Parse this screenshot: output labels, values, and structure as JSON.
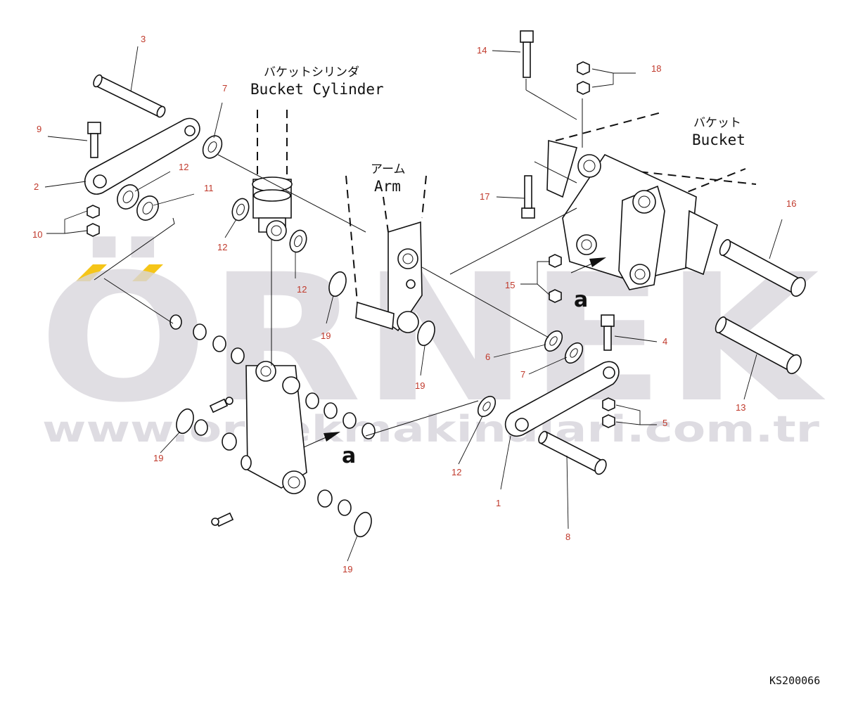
{
  "watermark": {
    "brand": "ÖRNEK",
    "url": "www.ornekmakinalari.com.tr",
    "accent_color": "#f5c518",
    "text_color": "#d9d7dd"
  },
  "labels": {
    "bucket_cylinder_jp": "バケットシリンダ",
    "bucket_cylinder_en": "Bucket Cylinder",
    "arm_jp": "アーム",
    "arm_en": "Arm",
    "bucket_jp": "バケット",
    "bucket_en": "Bucket"
  },
  "markers": [
    "a",
    "a"
  ],
  "drawing_code": "KS200066",
  "callouts": [
    "3",
    "9",
    "2",
    "12",
    "11",
    "10",
    "7",
    "12",
    "12",
    "19",
    "14",
    "18",
    "17",
    "15",
    "16",
    "6",
    "7",
    "19",
    "4",
    "5",
    "13",
    "19",
    "12",
    "1",
    "8",
    "19"
  ],
  "callout_color": "#c0392b"
}
